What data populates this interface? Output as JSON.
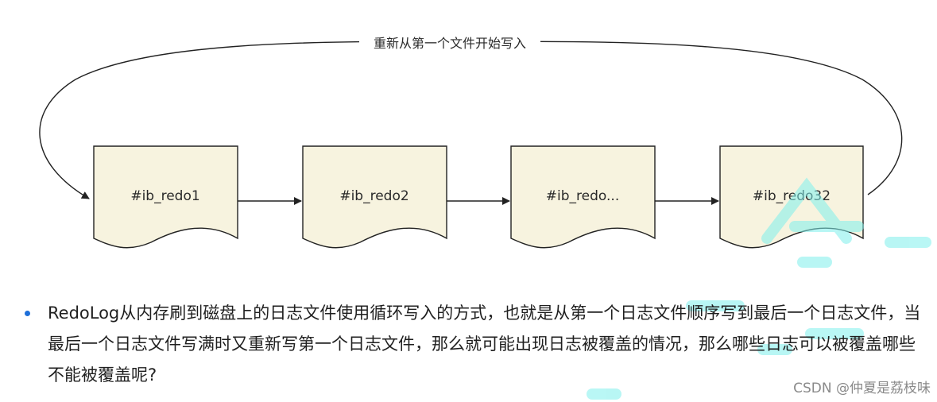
{
  "diagram": {
    "loop_label": "重新从第一个文件开始写入",
    "nodes": [
      {
        "label": "#ib_redo1"
      },
      {
        "label": "#ib_redo2"
      },
      {
        "label": "#ib_redo..."
      },
      {
        "label": "#ib_redo32"
      }
    ],
    "fill_color": "#f7f3df",
    "stroke_color": "#222222"
  },
  "text": {
    "paragraph": "RedoLog从内存刷到磁盘上的日志文件使用循环写入的方式，也就是从第一个日志文件顺序写到最后一个日志文件，当最后一个日志文件写满时又重新写第一个日志文件，那么就可能出现日志被覆盖的情况，那么哪些日志可以被覆盖哪些不能被覆盖呢?",
    "bullet_color": "#1e6fd9"
  },
  "credit": "CSDN @仲夏是荔枝味"
}
